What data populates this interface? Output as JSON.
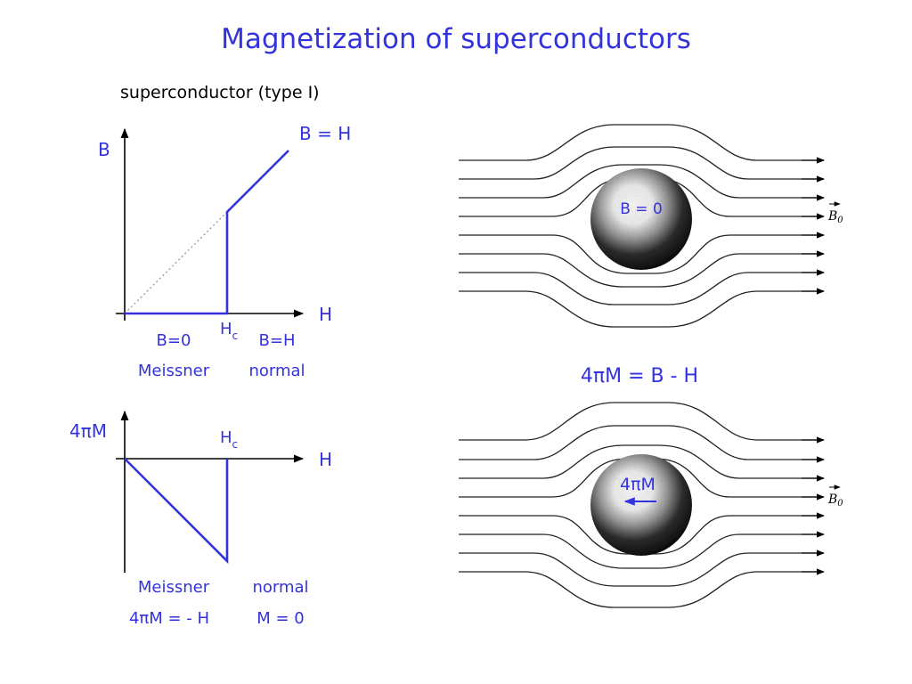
{
  "title": "Magnetization of superconductors",
  "subtitle": "superconductor (type I)",
  "graph_b": {
    "y_label": "B",
    "x_label": "H",
    "line_label": "B = H",
    "hc_main": "H",
    "hc_sub": "c",
    "region_left_line1": "B=0",
    "region_left_line2": "Meissner",
    "region_right_line1": "B=H",
    "region_right_line2": "normal"
  },
  "graph_m": {
    "y_label": "4πM",
    "x_label": "H",
    "hc_main": "H",
    "hc_sub": "c",
    "region_left_line1": "Meissner",
    "region_left_line2": "4πM = - H",
    "region_right_line1": "normal",
    "region_right_line2": "M = 0"
  },
  "sphere_top": {
    "label": "B = 0",
    "field_label": "B",
    "field_sub": "0"
  },
  "equation": "4πM = B - H",
  "sphere_bottom": {
    "label": "4πM",
    "field_label": "B",
    "field_sub": "0"
  },
  "colors": {
    "accent": "#3333dd",
    "text": "#000000"
  }
}
